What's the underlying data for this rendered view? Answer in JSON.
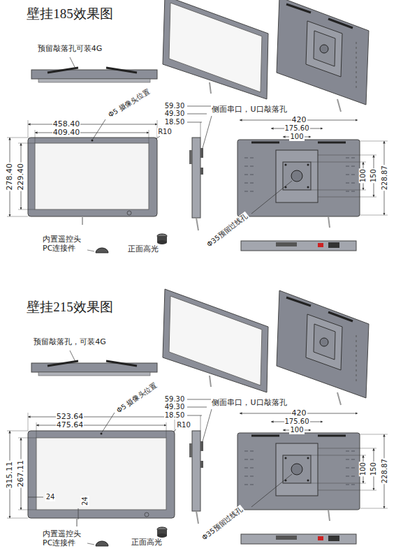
{
  "diagram": {
    "labels": [
      "壁挂185效果图",
      "预留敲落孔可装4G",
      "Φ5 摄像头位置",
      "R10",
      "458.40",
      "409.40",
      "278.40",
      "229.40",
      "59.30",
      "49.30",
      "18.50",
      "侧面串口，U口敲落孔",
      "420",
      "175.60",
      "100",
      "100",
      "150",
      "228.87",
      "Φ35预留过线孔",
      "内置遥控头 PC连接件",
      "正面高光",
      "壁挂215效果图",
      "预留敲落孔，可装4G",
      "Φ5 摄像头位置",
      "R10",
      "523.64",
      "475.64",
      "315.11",
      "267.11",
      "24",
      "24",
      "59.30",
      "49.30",
      "18.50",
      "侧面串口，U口敲落孔",
      "420",
      "175.60",
      "100",
      "100",
      "150",
      "228.87",
      "Φ35预留过线孔",
      "内置遥控头 PC连接件",
      "正面高光"
    ]
  }
}
